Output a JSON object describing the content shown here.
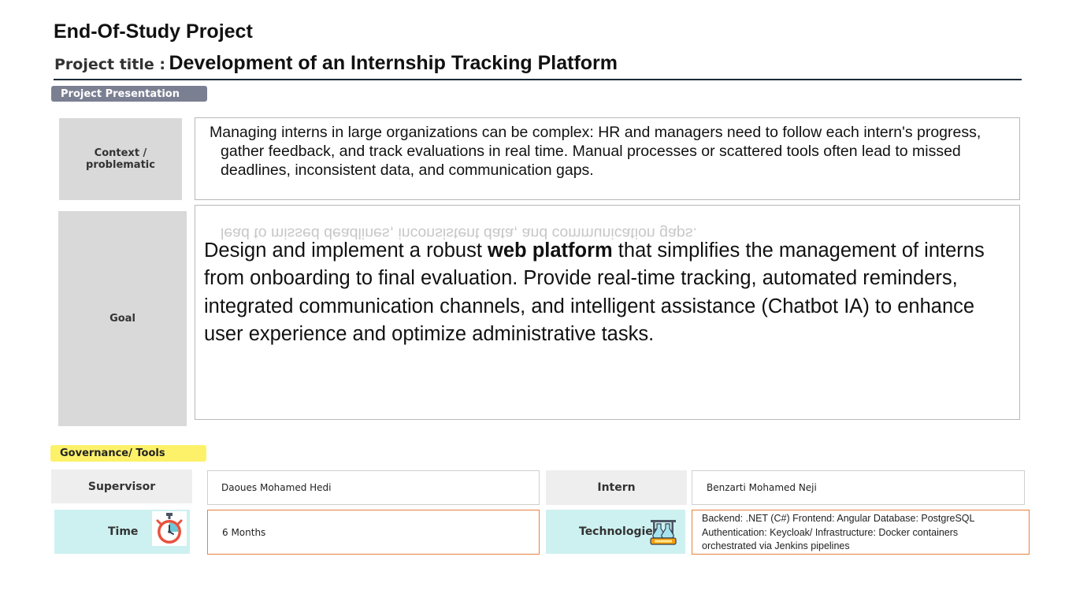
{
  "header": {
    "main_title": "End-Of-Study Project",
    "project_label": "Project title :",
    "project_title": "Development of an Internship Tracking Platform"
  },
  "presentation": {
    "section_label": "Project Presentation",
    "context_label": "Context / problematic",
    "context_text": "Managing interns in large organizations can be complex: HR and managers need to follow each intern's progress, gather feedback, and track evaluations in real time. Manual processes or scattered tools often lead to missed deadlines, inconsistent data, and communication gaps.",
    "context_reflection": "lead to missed deadlines, inconsistent data, and communication gaps.",
    "goal_label": "Goal",
    "goal_text_before": "Design and implement a robust ",
    "goal_text_bold": "web platform",
    "goal_text_after": " that simplifies the management of interns from onboarding to final evaluation. Provide real-time tracking, automated reminders, integrated communication channels, and intelligent assistance (Chatbot IA) to enhance user experience and optimize administrative tasks."
  },
  "governance": {
    "section_label": "Governance/ Tools",
    "supervisor_label": "Supervisor",
    "supervisor_value": "Daoues Mohamed Hedi",
    "intern_label": "Intern",
    "intern_value": "Benzarti Mohamed Neji",
    "time_label": "Time",
    "time_value": "6 Months",
    "technologies_label": "Technologies",
    "technologies_line1": "Backend: .NET (C#) Frontend: Angular  Database: PostgreSQL",
    "technologies_line2": "Authentication: Keycloak/ Infrastructure: Docker containers",
    "technologies_line3": "orchestrated via Jenkins pipelines"
  },
  "icons": {
    "time": "stopwatch-icon",
    "technologies": "lab-flasks-icon"
  },
  "colors": {
    "presentation_tag": "#7b7f92",
    "governance_tag": "#fdf16a",
    "label_gray": "#d9d9d9",
    "cell_cyan": "#cdf1f0",
    "border_orange": "#e8823f",
    "rule": "#1a2a38"
  }
}
